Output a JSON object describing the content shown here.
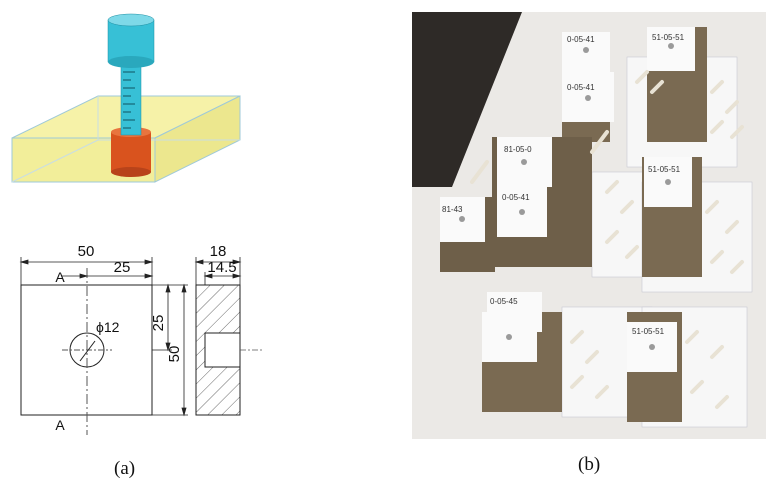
{
  "drawing": {
    "dim_width": "50",
    "dim_half_width": "25",
    "dim_depth": "18",
    "dim_hole_depth": "14.5",
    "dim_height": "50",
    "dim_half_height": "25",
    "dim_diameter": "ϕ12",
    "section_marker_top": "A",
    "section_marker_bottom": "A"
  },
  "photo": {
    "label_1": "0-05-41",
    "label_2": "51-05-51",
    "label_3": "0-05-41",
    "label_4": "81-05-0",
    "label_5": "81-43",
    "label_6": "51-05-51",
    "label_7": "0-05-41",
    "label_8": "0-05-45",
    "label_9": "51-05-51"
  },
  "captions": {
    "a": "(a)",
    "b": "(b)"
  },
  "colors": {
    "cylinder": "#37c0d6",
    "sleeve": "#d9531e",
    "block_fill": "#f6f2a8",
    "block_edge": "#9fc9d8"
  }
}
